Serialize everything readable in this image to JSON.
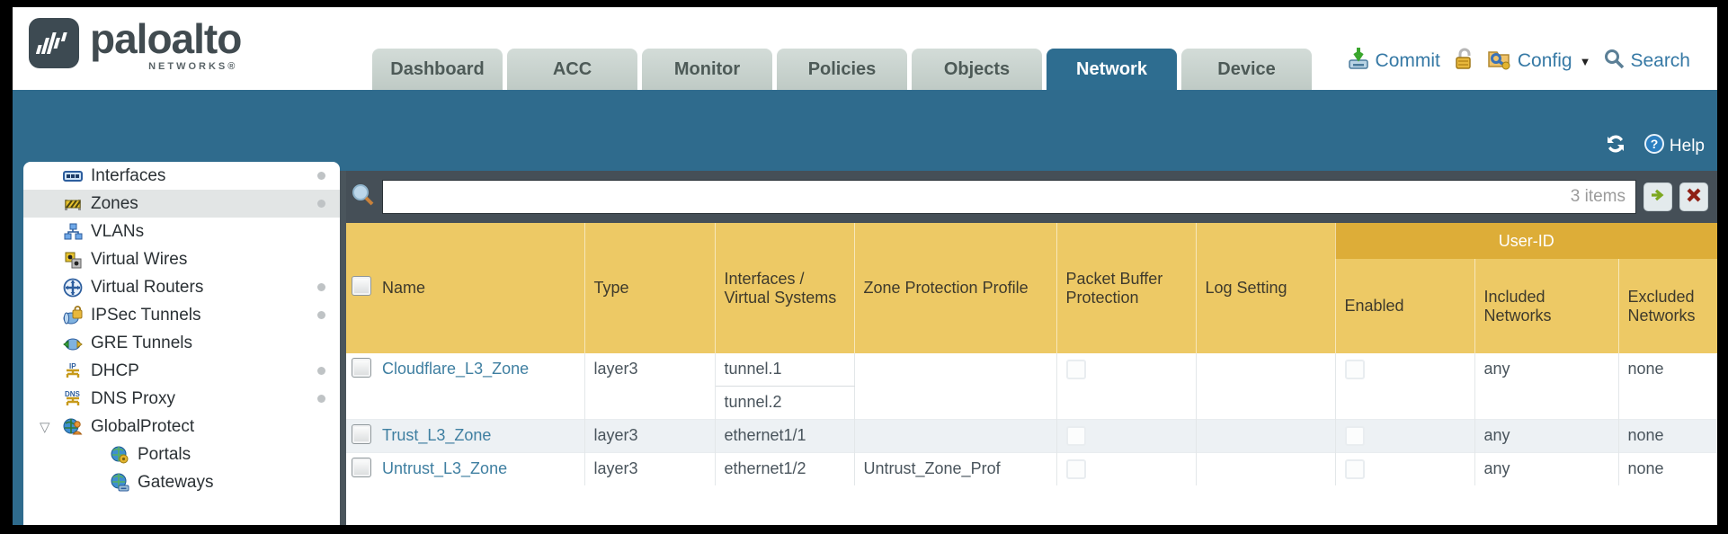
{
  "brand": {
    "word": "paloalto",
    "sub": "NETWORKS®"
  },
  "tabs": [
    {
      "label": "Dashboard",
      "active": false
    },
    {
      "label": "ACC",
      "active": false
    },
    {
      "label": "Monitor",
      "active": false
    },
    {
      "label": "Policies",
      "active": false
    },
    {
      "label": "Objects",
      "active": false
    },
    {
      "label": "Network",
      "active": true
    },
    {
      "label": "Device",
      "active": false
    }
  ],
  "toolbar": {
    "commit_label": "Commit",
    "config_label": "Config",
    "search_label": "Search"
  },
  "band": {
    "help_label": "Help"
  },
  "sidebar": {
    "items": [
      {
        "label": "Interfaces",
        "icon": "interfaces-icon",
        "dot": true
      },
      {
        "label": "Zones",
        "icon": "zones-icon",
        "dot": true,
        "selected": true
      },
      {
        "label": "VLANs",
        "icon": "vlans-icon"
      },
      {
        "label": "Virtual Wires",
        "icon": "virtual-wires-icon"
      },
      {
        "label": "Virtual Routers",
        "icon": "virtual-routers-icon",
        "dot": true
      },
      {
        "label": "IPSec Tunnels",
        "icon": "ipsec-tunnels-icon",
        "dot": true
      },
      {
        "label": "GRE Tunnels",
        "icon": "gre-tunnels-icon"
      },
      {
        "label": "DHCP",
        "icon": "dhcp-icon",
        "dot": true
      },
      {
        "label": "DNS Proxy",
        "icon": "dns-proxy-icon",
        "dot": true
      },
      {
        "label": "GlobalProtect",
        "icon": "globalprotect-icon",
        "expanded": true
      },
      {
        "label": "Portals",
        "icon": "portals-icon",
        "child": true
      },
      {
        "label": "Gateways",
        "icon": "gateways-icon",
        "child": true
      }
    ]
  },
  "filter": {
    "value": "",
    "count_label": "3 items"
  },
  "table": {
    "group_header": "User-ID",
    "columns": [
      "",
      "Name",
      "Type",
      "Interfaces / Virtual Systems",
      "Zone Protection Profile",
      "Packet Buffer Protection",
      "Log Setting",
      "Enabled",
      "Included Networks",
      "Excluded Networks"
    ],
    "rows": [
      {
        "name": "Cloudflare_L3_Zone",
        "type": "layer3",
        "interfaces": [
          "tunnel.1",
          "tunnel.2"
        ],
        "zone_protection_profile": "",
        "packet_buffer_protection": false,
        "log_setting": "",
        "user_id_enabled": false,
        "included_networks": "any",
        "excluded_networks": "none"
      },
      {
        "name": "Trust_L3_Zone",
        "type": "layer3",
        "interfaces": [
          "ethernet1/1"
        ],
        "zone_protection_profile": "",
        "packet_buffer_protection": false,
        "log_setting": "",
        "user_id_enabled": false,
        "included_networks": "any",
        "excluded_networks": "none"
      },
      {
        "name": "Untrust_L3_Zone",
        "type": "layer3",
        "interfaces": [
          "ethernet1/2"
        ],
        "zone_protection_profile": "Untrust_Zone_Prof",
        "packet_buffer_protection": false,
        "log_setting": "",
        "user_id_enabled": false,
        "included_networks": "any",
        "excluded_networks": "none"
      }
    ]
  },
  "colors": {
    "teal": "#2f6b8d",
    "header_gold": "#edc965",
    "group_gold": "#ddad38",
    "filter_bar": "#454f57",
    "link": "#3f7fa1",
    "alt_row": "#edf1f4",
    "toolbar_text": "#3679a5"
  }
}
